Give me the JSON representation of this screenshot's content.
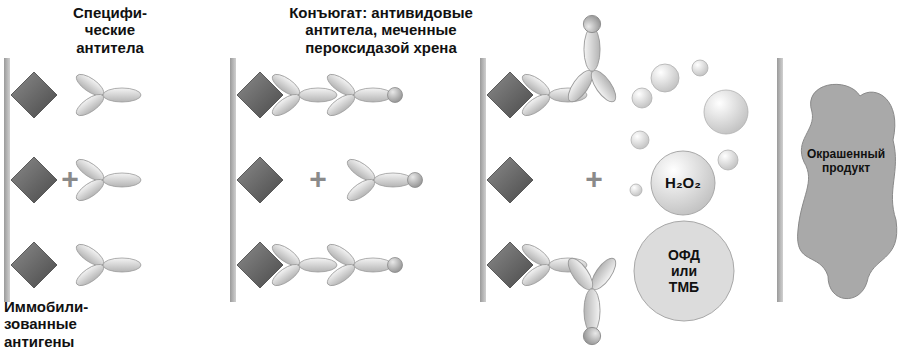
{
  "diagram": {
    "nodes": [
      {
        "text": [
          "H₂O₂"
        ]
      },
      {
        "text": [
          "ОФД или ТМБ"
        ]
      },
      {
        "text": [
          "Окрашенный продукт"
        ]
      }
    ],
    "labels": [
      "Специфи- ческие антитела",
      "Конъюгат: антивидовые антитела, меченные пероксидазой хрена",
      "Иммобили- зованные антигены",
      "+",
      "+",
      "+"
    ]
  }
}
